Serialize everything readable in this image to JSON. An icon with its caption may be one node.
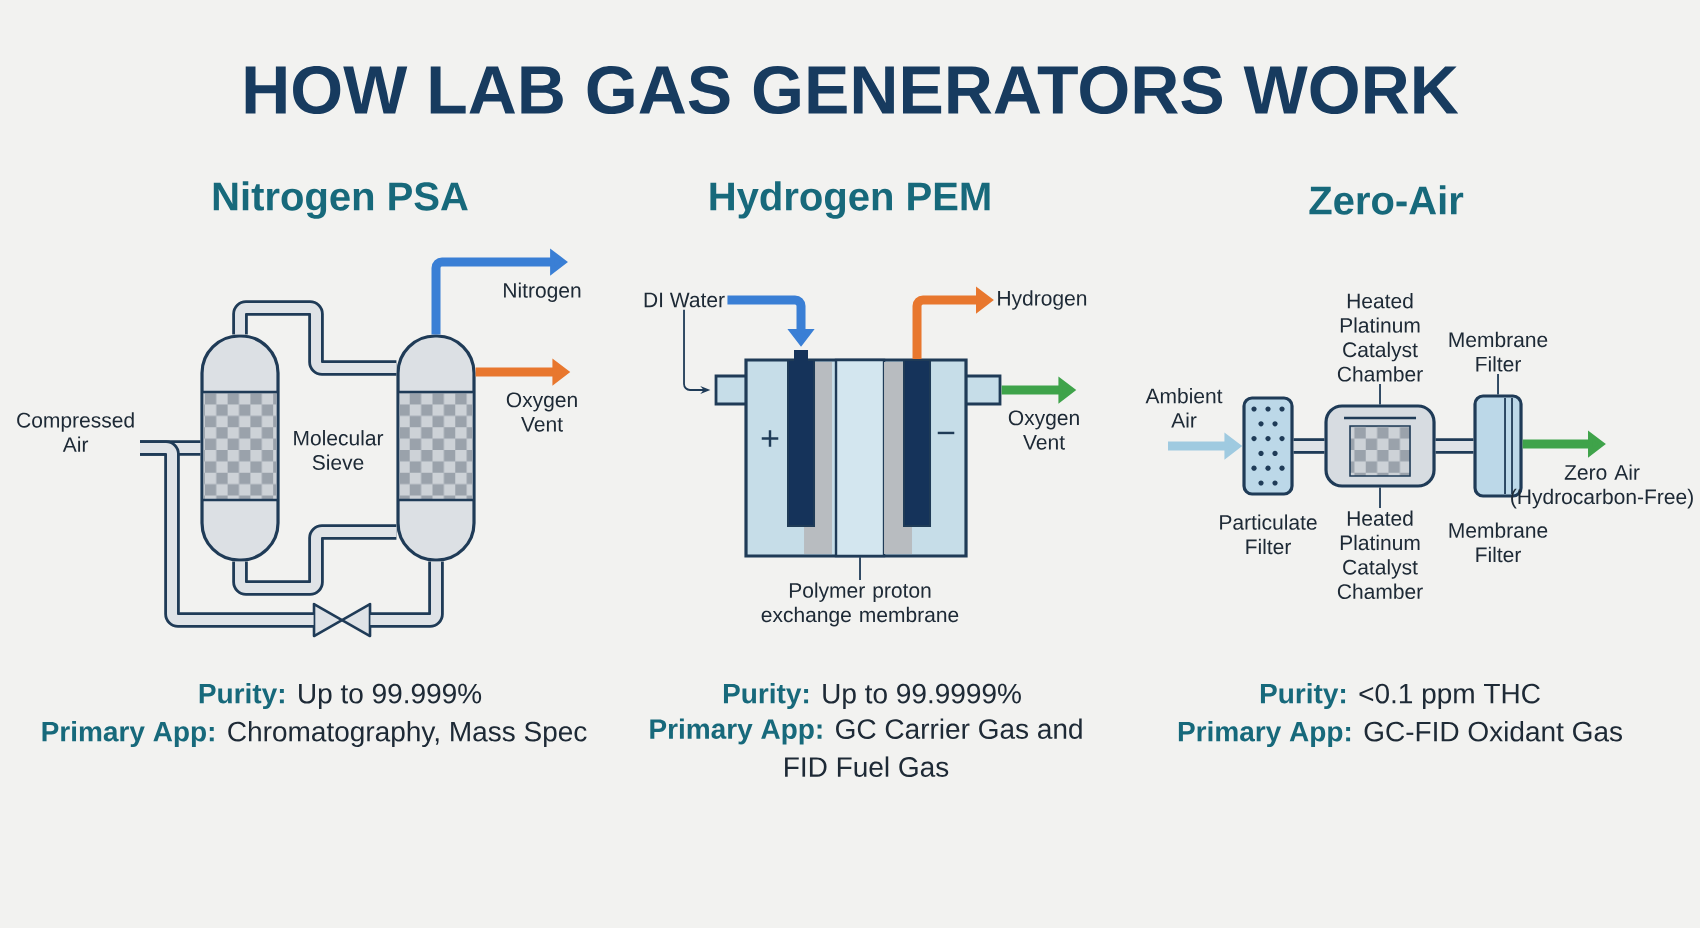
{
  "diagram": {
    "title": "HOW LAB GAS GENERATORS WORK",
    "nodes": [
      {
        "text": [
          "Compressed Air"
        ]
      },
      {
        "text": [],
        "shape": "cylinder"
      },
      {
        "text": [],
        "shape": "cylinder"
      },
      {
        "text": [
          "Nitrogen"
        ]
      },
      {
        "text": [
          "Oxygen Vent"
        ]
      },
      {
        "text": [],
        "shape": "valve"
      },
      {
        "text": [
          "DI Water"
        ]
      },
      {
        "text": [
          "Hydrogen"
        ]
      },
      {
        "text": [],
        "shape": "box"
      },
      {
        "text": [],
        "shape": "bar",
        "in": 8
      },
      {
        "text": [],
        "shape": "bar",
        "in": 8
      },
      {
        "text": [],
        "shape": "bar",
        "in": 8
      },
      {
        "text": [
          "Oxygen Vent"
        ]
      },
      {
        "text": [
          "Polymer proton exchange membrane"
        ]
      },
      {
        "text": [
          "Heated Platinum Catalyst Chamber"
        ]
      },
      {
        "text": [
          "Membrane Filter"
        ]
      },
      {
        "text": [
          "Ambient Air"
        ]
      },
      {
        "text": [],
        "shape": "box"
      },
      {
        "text": [],
        "shape": "box"
      },
      {
        "text": [],
        "shape": "box"
      },
      {
        "text": [
          "Zero Air (Hydrocarbon-Free)"
        ]
      },
      {
        "text": [
          "Heated Platinum Catalyst Chamber"
        ]
      }
    ],
    "edges": [
      {
        "from": 0,
        "to": 1,
        "arrow": "none"
      },
      {
        "from": 0,
        "to": 5,
        "arrow": "none"
      },
      {
        "from": 5,
        "to": 2,
        "arrow": "none"
      },
      {
        "from": 1,
        "to": 2,
        "arrow": "none"
      },
      {
        "from": 1,
        "to": 2,
        "arrow": "none"
      },
      {
        "from": 2,
        "to": 3,
        "arrow": "to",
        "color": "#3a7fd5"
      },
      {
        "from": 2,
        "to": 4,
        "arrow": "to",
        "color": "#e8772e"
      },
      {
        "from": 6,
        "to": 9,
        "arrow": "to",
        "color": "#3a7fd5"
      },
      {
        "from": 6,
        "to": 8,
        "arrow": "to"
      },
      {
        "from": 11,
        "to": 7,
        "arrow": "to",
        "color": "#e8772e"
      },
      {
        "from": 8,
        "to": 12,
        "arrow": "to",
        "color": "#3fa34a"
      },
      {
        "from": 13,
        "to": 10,
        "arrow": "none"
      },
      {
        "from": 16,
        "to": 17,
        "arrow": "to",
        "color": "#9fcae0"
      },
      {
        "from": 17,
        "to": 18,
        "arrow": "none"
      },
      {
        "from": 18,
        "to": 19,
        "arrow": "none"
      },
      {
        "from": 19,
        "to": 20,
        "arrow": "to",
        "color": "#3fa34a"
      },
      {
        "from": 14,
        "to": 18,
        "arrow": "none"
      },
      {
        "from": 21,
        "to": 18,
        "arrow": "none"
      },
      {
        "from": 15,
        "to": 19,
        "arrow": "none"
      }
    ],
    "labels": [
      "Nitrogen PSA",
      "Hydrogen PEM",
      "Zero-Air",
      "Molecular Sieve",
      "+",
      "−",
      "Particulate Filter",
      "Membrane Filter",
      "**Purity:** Up to 99.999%",
      "**Purity:** Up to 99.9999%",
      "**Purity:** <0.1 ppm THC",
      "**Primary App:** Chromatography, Mass Spec",
      "**Primary App:** GC Carrier Gas and FID Fuel Gas",
      "**Primary App:** GC-FID Oxidant Gas"
    ]
  }
}
